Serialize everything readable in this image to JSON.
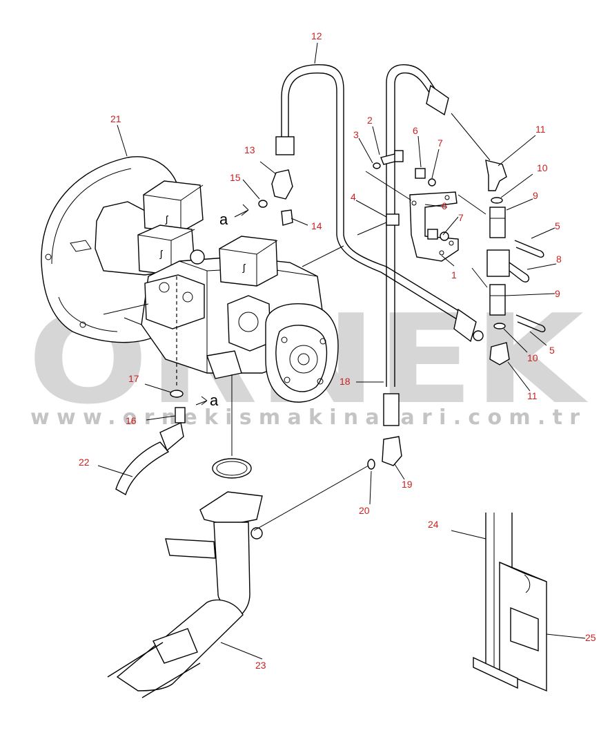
{
  "watermark": {
    "logo_text": "ÖRNEK",
    "url_text": "www.ornekismakinalari.com.tr",
    "colors": {
      "logo": "#c8c8c8",
      "accent": "#f2c300"
    }
  },
  "callouts": {
    "n1": "1",
    "n2": "2",
    "n3": "3",
    "n4": "4",
    "n5a": "5",
    "n5b": "5",
    "n6a": "6",
    "n6b": "6",
    "n7a": "7",
    "n7b": "7",
    "n8": "8",
    "n9a": "9",
    "n9b": "9",
    "n10a": "10",
    "n10b": "10",
    "n11a": "11",
    "n11b": "11",
    "n12": "12",
    "n13": "13",
    "n14": "14",
    "n15": "15",
    "n16": "16",
    "n17": "17",
    "n18": "18",
    "n19": "19",
    "n20": "20",
    "n21": "21",
    "n22": "22",
    "n23": "23",
    "n24": "24",
    "n25": "25"
  },
  "connection_marks": {
    "a_top": "a",
    "a_bottom": "a"
  },
  "colors": {
    "callout": "#cc1f1f",
    "line": "#000000"
  }
}
